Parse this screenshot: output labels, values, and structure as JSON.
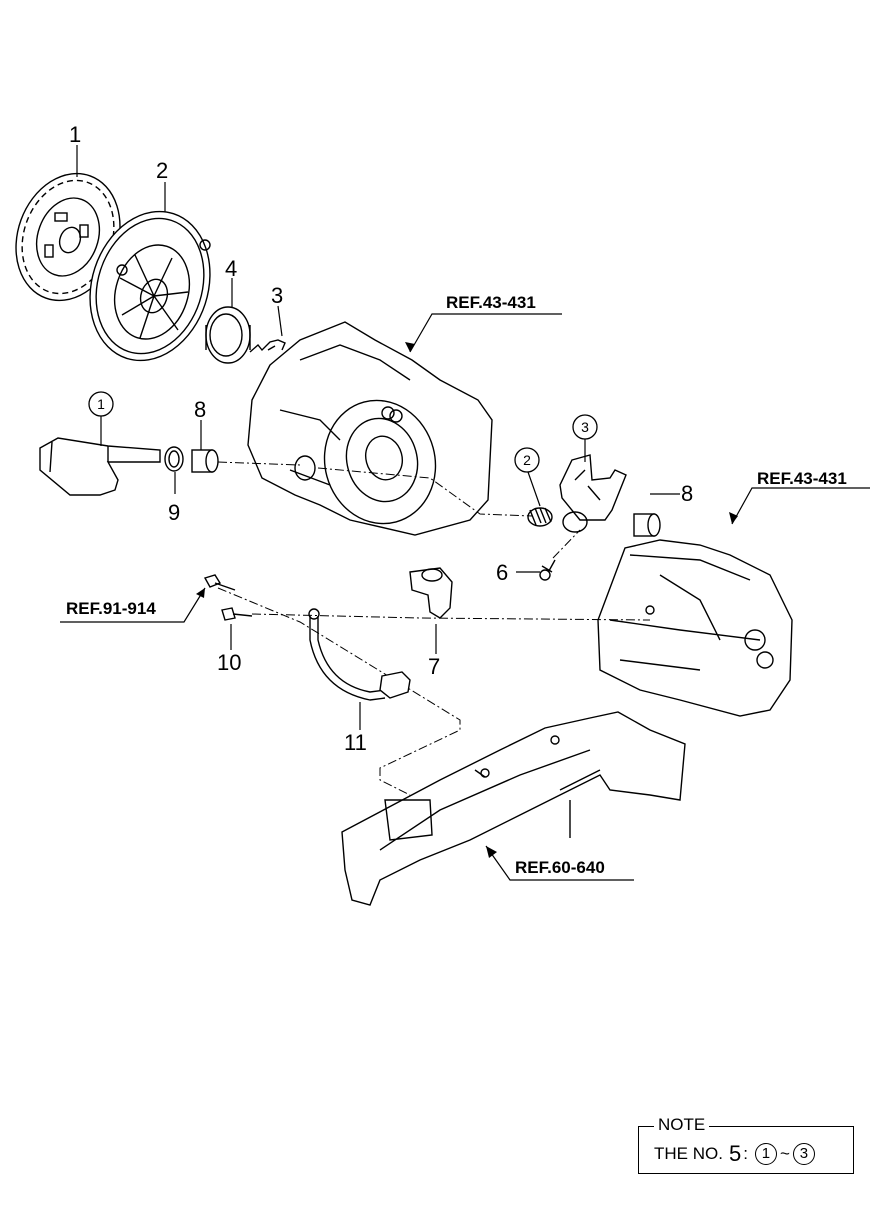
{
  "callouts": {
    "c1": "1",
    "c2": "2",
    "c3": "3",
    "c4": "4",
    "c6": "6",
    "c7": "7",
    "c8a": "8",
    "c8b": "8",
    "c9": "9",
    "c10": "10",
    "c11": "11"
  },
  "circled_callouts": {
    "cc1": "1",
    "cc2": "2",
    "cc3": "3"
  },
  "references": {
    "ref_top": "REF.43-431",
    "ref_right": "REF.43-431",
    "ref_left": "REF.91-914",
    "ref_bottom": "REF.60-640"
  },
  "note": {
    "title": "NOTE",
    "prefix": "THE NO.",
    "number": "5",
    "colon": ":",
    "from": "1",
    "tilde": "~",
    "to": "3"
  }
}
